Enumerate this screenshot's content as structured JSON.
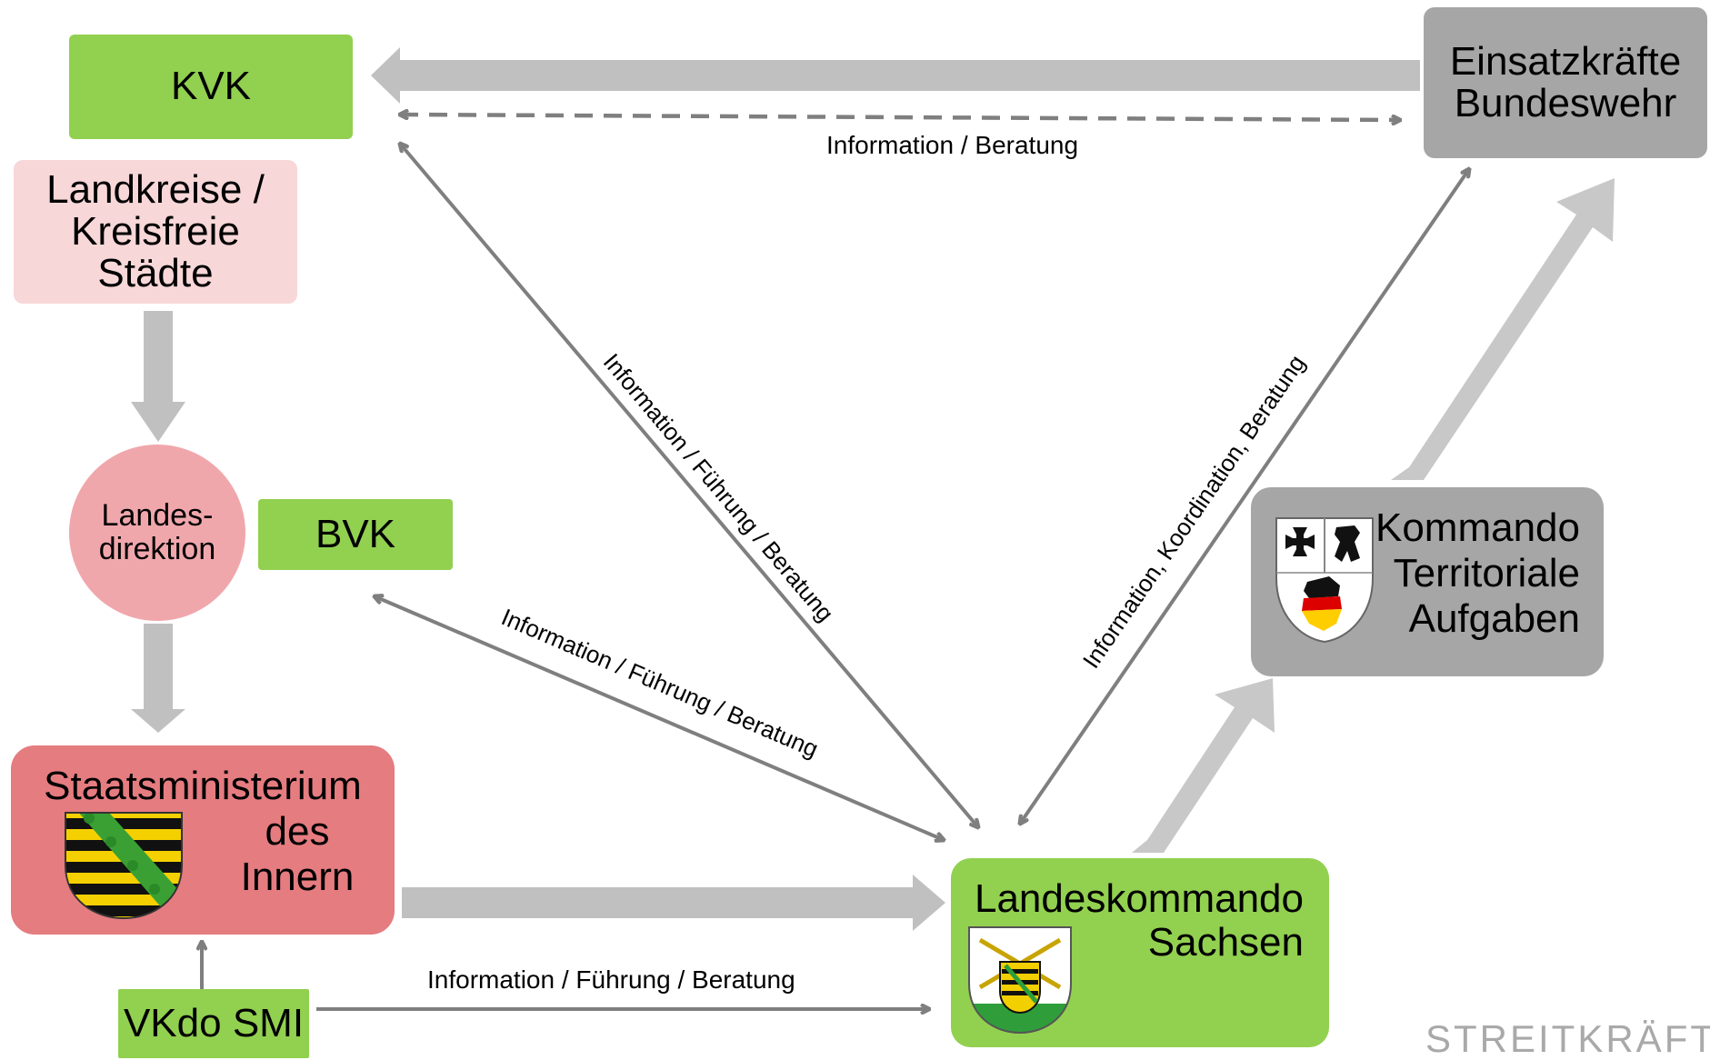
{
  "nodes": {
    "kvk": "KVK",
    "landkreise": [
      "Landkreise /",
      "Kreisfreie",
      "Städte"
    ],
    "landesdirektion": [
      "Landes-",
      "direktion"
    ],
    "bvk": "BVK",
    "smi": [
      "Staatsministerium",
      "des",
      "Innern"
    ],
    "vkdo_smi": "VKdo SMI",
    "landeskommando": [
      "Landeskommando",
      "Sachsen"
    ],
    "bundeswehr": [
      "Einsatzkräfte",
      "Bundeswehr"
    ],
    "kta": [
      "Kommando",
      "Territoriale",
      "Aufgaben"
    ]
  },
  "edge_labels": {
    "kvk_bundeswehr": "Information / Beratung",
    "kvk_lkdo": "Information / Führung / Beratung",
    "bvk_lkdo": "Information / Führung / Beratung",
    "lkdo_bundeswehr": "Information, Koordination, Beratung",
    "vkdo_lkdo": "Information / Führung / Beratung"
  },
  "watermark": "STREITKRÄFTE",
  "colors": {
    "green": "#92d050",
    "grey": "#a6a6a6",
    "pink_light": "#f8d7d8",
    "pink_circle": "#f0a7ac",
    "red": "#e57c80",
    "thick_arrow": "#c0c0c0",
    "thin_arrow": "#7f7f7f"
  }
}
